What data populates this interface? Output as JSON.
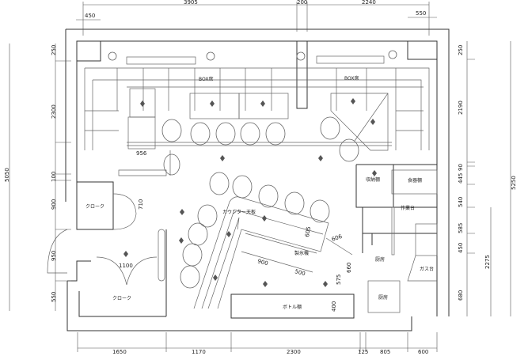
{
  "rooms": {
    "box_seat_left": "BOX席",
    "box_seat_right": "BOX席",
    "cloak_upper": "クローク",
    "cloak_lower": "クローク",
    "counter_top": "カウンター天板",
    "storage_shelf": "収納棚",
    "dish_shelf": "食器棚",
    "work_table": "作業台",
    "ice_machine": "製氷機",
    "kitchen": "厨房",
    "kitchen_lower": "厨房",
    "gas_stove": "ガス台",
    "bottle_shelf": "ボトル棚"
  },
  "dimensions": {
    "top": [
      "3905",
      "200",
      "2240"
    ],
    "top_small": [
      "450",
      "550"
    ],
    "left": [
      "250",
      "2300",
      "100",
      "900",
      "950",
      "550"
    ],
    "left_total": "5050",
    "right": [
      "250",
      "2190",
      "90",
      "445",
      "540",
      "585",
      "450",
      "680"
    ],
    "right_sub": "2275",
    "right_total": "5250",
    "bottom": [
      "1650",
      "1170",
      "2300",
      "125",
      "805",
      "600"
    ],
    "inner": [
      "956",
      "710",
      "1100",
      "606",
      "900",
      "500",
      "660",
      "575",
      "400",
      "605"
    ]
  }
}
